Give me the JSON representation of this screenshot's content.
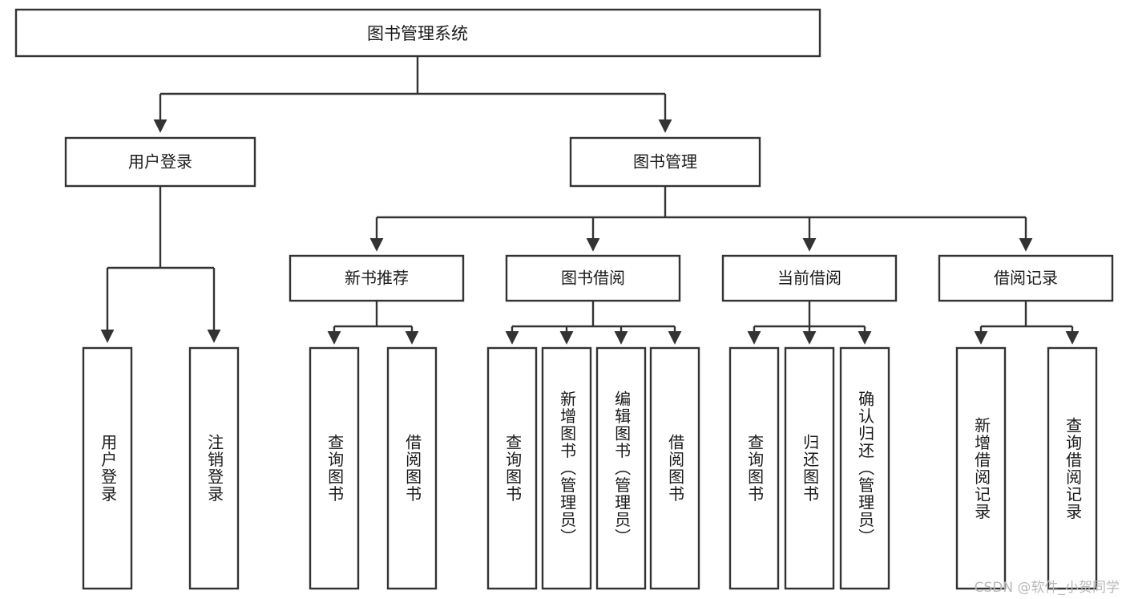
{
  "diagram": {
    "title": "图书管理系统",
    "watermark": "CSDN @软件_小贺同学",
    "colors": {
      "stroke": "#333333",
      "box_fill": "#ffffff",
      "text": "#1a1a1a",
      "background": "#ffffff",
      "watermark": "#b9b9b9"
    },
    "root": {
      "label": "图书管理系统"
    },
    "level2": [
      {
        "label": "用户登录"
      },
      {
        "label": "图书管理"
      }
    ],
    "level3": [
      {
        "label": "新书推荐"
      },
      {
        "label": "图书借阅"
      },
      {
        "label": "当前借阅"
      },
      {
        "label": "借阅记录"
      }
    ],
    "leaves": {
      "user_login": [
        {
          "label": "用户登录"
        },
        {
          "label": "注销登录"
        }
      ],
      "new_book_recommend": [
        {
          "label": "查询图书"
        },
        {
          "label": "借阅图书"
        }
      ],
      "book_borrow": [
        {
          "label": "查询图书"
        },
        {
          "label": "新增图书（管理员）"
        },
        {
          "label": "编辑图书（管理员）"
        },
        {
          "label": "借阅图书"
        }
      ],
      "current_borrow": [
        {
          "label": "查询图书"
        },
        {
          "label": "归还图书"
        },
        {
          "label": "确认归还（管理员）"
        }
      ],
      "borrow_record": [
        {
          "label": "新增借阅记录"
        },
        {
          "label": "查询借阅记录"
        }
      ]
    }
  }
}
